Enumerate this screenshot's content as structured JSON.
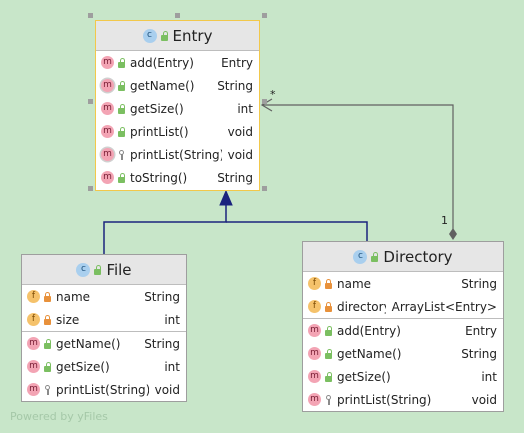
{
  "classes": {
    "entry": {
      "name": "Entry",
      "kind_icon": "class-icon",
      "sections": [
        [
          {
            "badge": "m",
            "vis": "public",
            "name": "add(Entry)",
            "type": "Entry"
          },
          {
            "badge": "m",
            "vis": "public",
            "name": "getName()",
            "type": "String",
            "abstract": true
          },
          {
            "badge": "m",
            "vis": "public",
            "name": "getSize()",
            "type": "int"
          },
          {
            "badge": "m",
            "vis": "public",
            "name": "printList()",
            "type": "void"
          },
          {
            "badge": "m",
            "vis": "package",
            "name": "printList(String)",
            "type": "void",
            "abstract": true
          },
          {
            "badge": "m",
            "vis": "public",
            "name": "toString()",
            "type": "String"
          }
        ]
      ]
    },
    "file": {
      "name": "File",
      "kind_icon": "class-icon",
      "sections": [
        [
          {
            "badge": "f",
            "vis": "private",
            "name": "name",
            "type": "String"
          },
          {
            "badge": "f",
            "vis": "private",
            "name": "size",
            "type": "int"
          }
        ],
        [
          {
            "badge": "m",
            "vis": "public",
            "name": "getName()",
            "type": "String"
          },
          {
            "badge": "m",
            "vis": "public",
            "name": "getSize()",
            "type": "int"
          },
          {
            "badge": "m",
            "vis": "package",
            "name": "printList(String)",
            "type": "void"
          }
        ]
      ]
    },
    "directory": {
      "name": "Directory",
      "kind_icon": "class-icon",
      "sections": [
        [
          {
            "badge": "f",
            "vis": "private",
            "name": "name",
            "type": "String"
          },
          {
            "badge": "f",
            "vis": "private",
            "name": "directory",
            "type": "ArrayList<Entry>"
          }
        ],
        [
          {
            "badge": "m",
            "vis": "public",
            "name": "add(Entry)",
            "type": "Entry"
          },
          {
            "badge": "m",
            "vis": "public",
            "name": "getName()",
            "type": "String"
          },
          {
            "badge": "m",
            "vis": "public",
            "name": "getSize()",
            "type": "int"
          },
          {
            "badge": "m",
            "vis": "package",
            "name": "printList(String)",
            "type": "void"
          }
        ]
      ]
    }
  },
  "relations": {
    "aggregation_target_multiplicity": "*",
    "aggregation_source_multiplicity": "1"
  },
  "colors": {
    "background": "#c8e6c9",
    "inheritance_line": "#1a237e",
    "aggregation_line": "#616161",
    "selection": "#f2c84b"
  },
  "watermark": "Powered by yFiles"
}
